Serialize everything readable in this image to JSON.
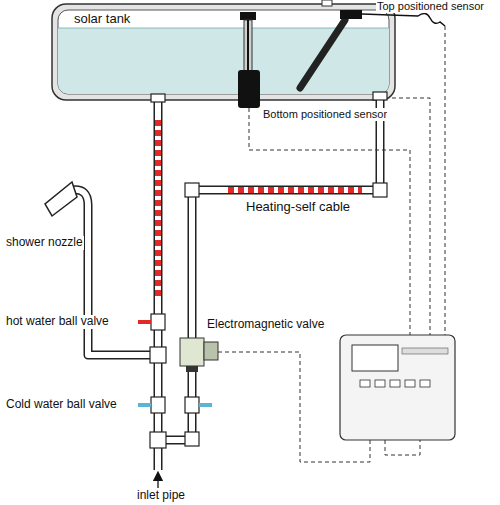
{
  "diagram": {
    "nodes": [
      {
        "text": [
          "solar tank"
        ]
      }
    ],
    "labels": [
      "Top positioned sensor",
      "Bottom positioned sensor",
      "Heating-self cable",
      "shower nozzle",
      "hot water ball valve",
      "Electromagnetic valve",
      "Cold water ball valve",
      "inlet pipe"
    ]
  }
}
